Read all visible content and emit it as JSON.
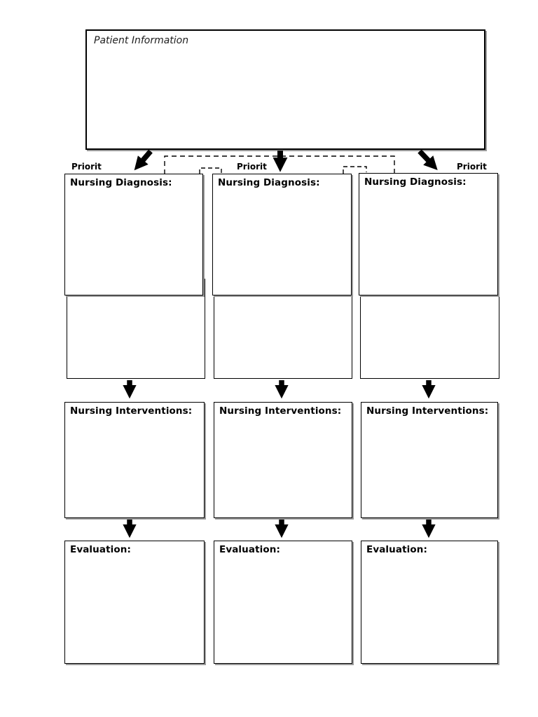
{
  "patient_box": {
    "label": "Patient Information"
  },
  "columns": [
    {
      "priority_label": "Priorit",
      "diagnosis_label": "Nursing Diagnosis:",
      "interventions_label": "Nursing Interventions:",
      "evaluation_label": "Evaluation:"
    },
    {
      "priority_label": "Priorit",
      "diagnosis_label": "Nursing Diagnosis:",
      "interventions_label": "Nursing Interventions:",
      "evaluation_label": "Evaluation:"
    },
    {
      "priority_label": "Priorit",
      "diagnosis_label": "Nursing Diagnosis:",
      "interventions_label": "Nursing Interventions:",
      "evaluation_label": "Evaluation:"
    }
  ],
  "colors": {
    "border": "#000000",
    "background": "#ffffff",
    "shadow": "#9b9b9b",
    "arrow": "#000000"
  }
}
